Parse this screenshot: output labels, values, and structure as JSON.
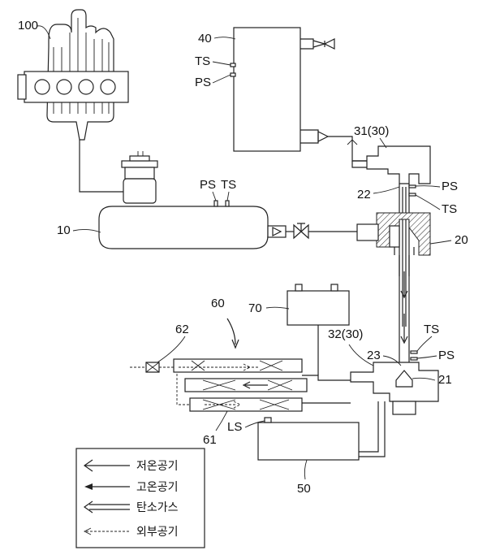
{
  "labels": {
    "engine": "100",
    "tank": "10",
    "unit40": "40",
    "ts_40": "TS",
    "ps_40": "PS",
    "ps_tank": "PS",
    "ts_tank": "TS",
    "chamber31": "31(30)",
    "label22": "22",
    "ps_upper": "PS",
    "ts_upper": "TS",
    "ejector20": "20",
    "box70": "70",
    "unit60": "60",
    "label62": "62",
    "chamber32": "32(30)",
    "ts_lower": "TS",
    "label23": "23",
    "ps_lower": "PS",
    "label21": "21",
    "label61": "61",
    "ls": "LS",
    "box50": "50"
  },
  "legend": {
    "items": [
      {
        "text": "저온공기"
      },
      {
        "text": "고온공기"
      },
      {
        "text": "탄소가스"
      },
      {
        "text": "외부공기"
      }
    ]
  }
}
